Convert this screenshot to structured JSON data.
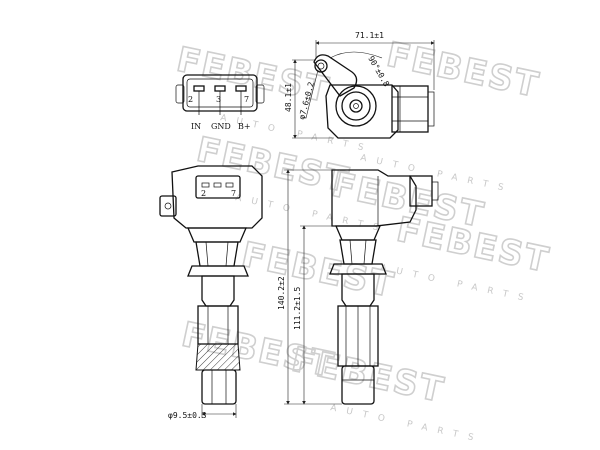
{
  "watermark": {
    "brand": "FEBEST",
    "sub": "AUTO PARTS"
  },
  "connector_pins": [
    "IN",
    "GND",
    "B+"
  ],
  "pin_numbers": [
    "2",
    "3",
    "7"
  ],
  "dimensions": {
    "width_top": "71.1±1",
    "angle": "90°±0.8",
    "hole_dia": "φ7.6±0.2",
    "height_top": "48.1±1",
    "total_length": "140.2±2",
    "lower_length": "111.2±1.5",
    "tip_dia": "φ9.5±0.3"
  }
}
